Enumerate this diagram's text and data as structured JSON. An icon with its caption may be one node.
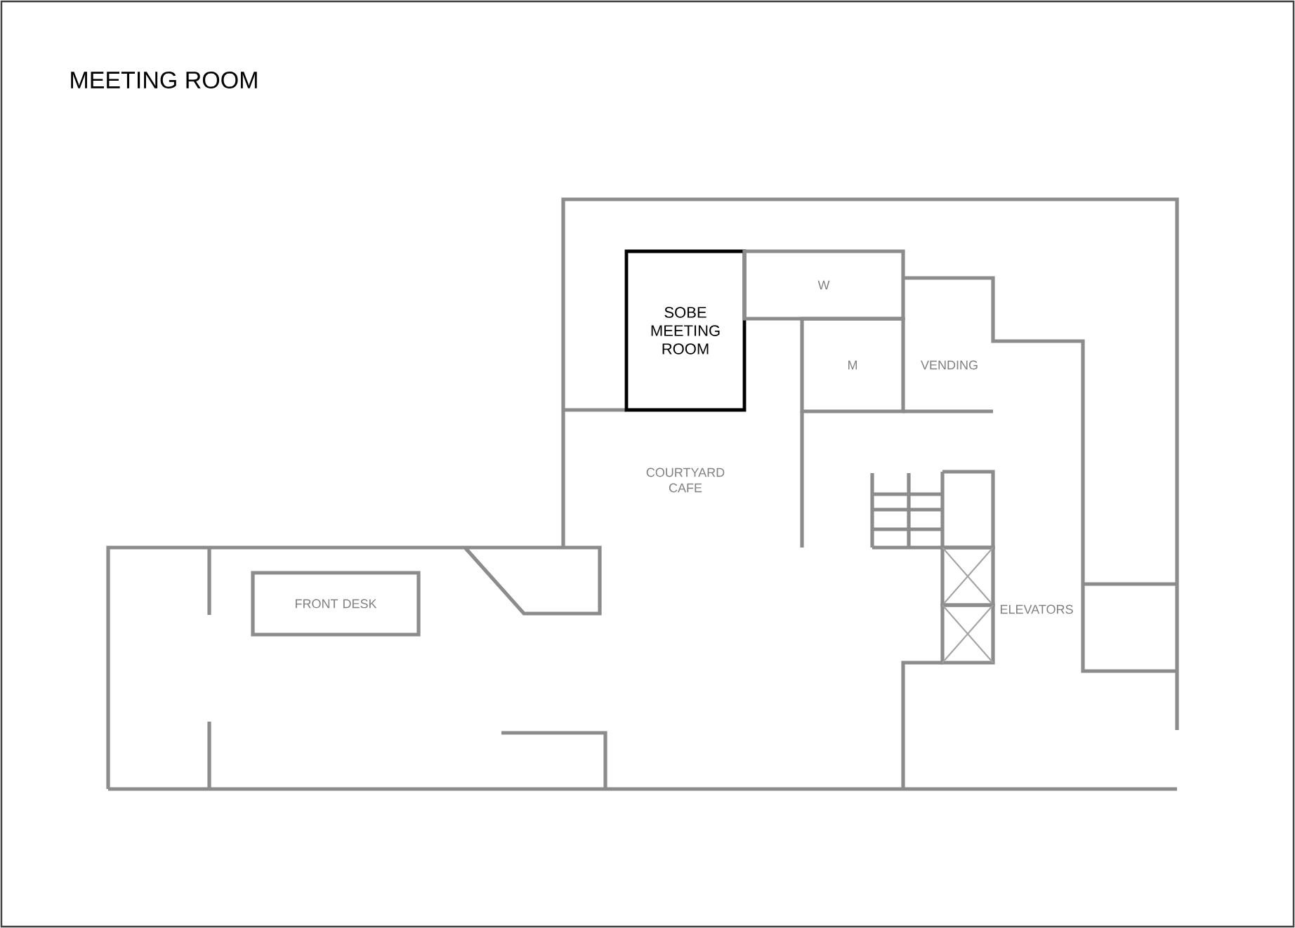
{
  "diagram": {
    "title": "MEETING ROOM",
    "nodes": [
      {
        "text": [
          "SOBE MEETING ROOM"
        ]
      },
      {
        "text": [
          "W"
        ]
      },
      {
        "text": [
          "M"
        ]
      },
      {
        "text": [
          "FRONT DESK"
        ]
      }
    ],
    "labels": [
      "VENDING",
      "COURTYARD CAFE",
      "ELEVATORS"
    ]
  }
}
